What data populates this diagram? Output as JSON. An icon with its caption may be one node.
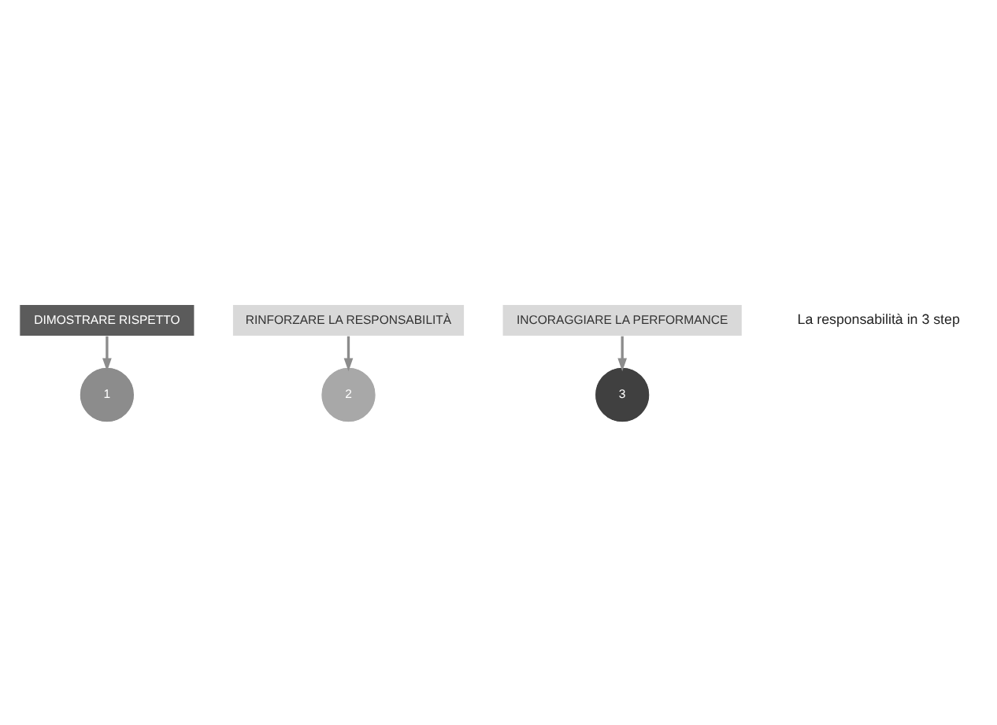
{
  "diagram": {
    "nodes": [
      {
        "text": [
          "DIMOSTRARE RISPETTO"
        ]
      },
      {
        "text": [
          "1"
        ]
      },
      {
        "text": [
          "2"
        ]
      },
      {
        "text": [
          "3"
        ]
      },
      {
        "text": [
          "RINFORZARE LA RESPONSABILITÀ"
        ]
      },
      {
        "text": [
          "INCORAGGIARE LA PERFORMANCE"
        ]
      }
    ],
    "edges": [
      {
        "from": 0,
        "to": 1,
        "arrow": "to"
      },
      {
        "from": 4,
        "to": 2,
        "arrow": "to"
      },
      {
        "from": 5,
        "to": 3,
        "arrow": "to"
      }
    ],
    "labels": [
      "La responsabilità in 3 step"
    ]
  }
}
